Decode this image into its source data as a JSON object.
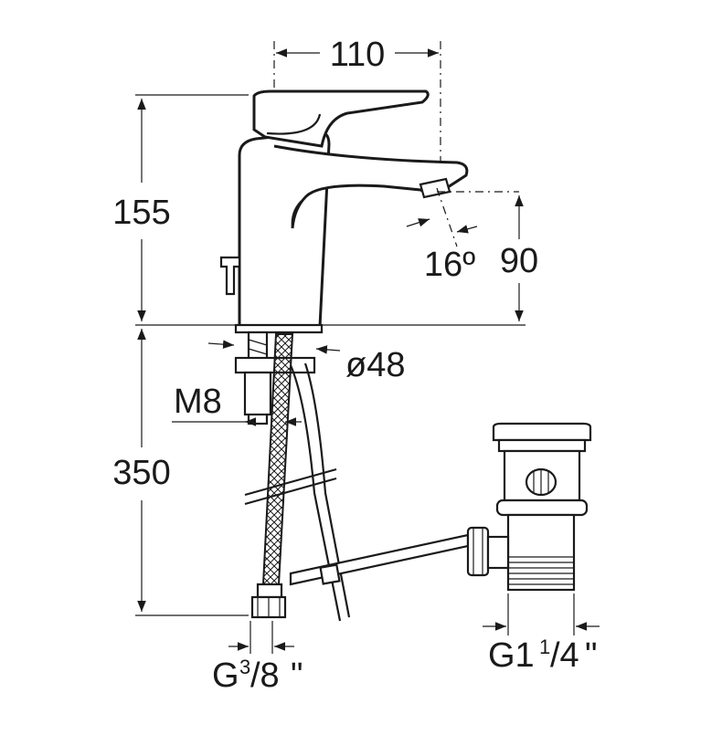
{
  "dimensions": {
    "width_top": "110",
    "height_tap": "155",
    "spout_height": "90",
    "spout_angle": "16º",
    "base_diameter": "ø48",
    "stud_thread": "M8",
    "hose_length": "350",
    "hose_connection": {
      "main": "G",
      "num": "3",
      "den": "/8",
      "suffix": "\""
    },
    "waste_connection": {
      "main": "G1",
      "num": "1",
      "den": "/4",
      "suffix": "\""
    }
  },
  "colors": {
    "ink": "#1a1a1a",
    "background": "#ffffff"
  }
}
